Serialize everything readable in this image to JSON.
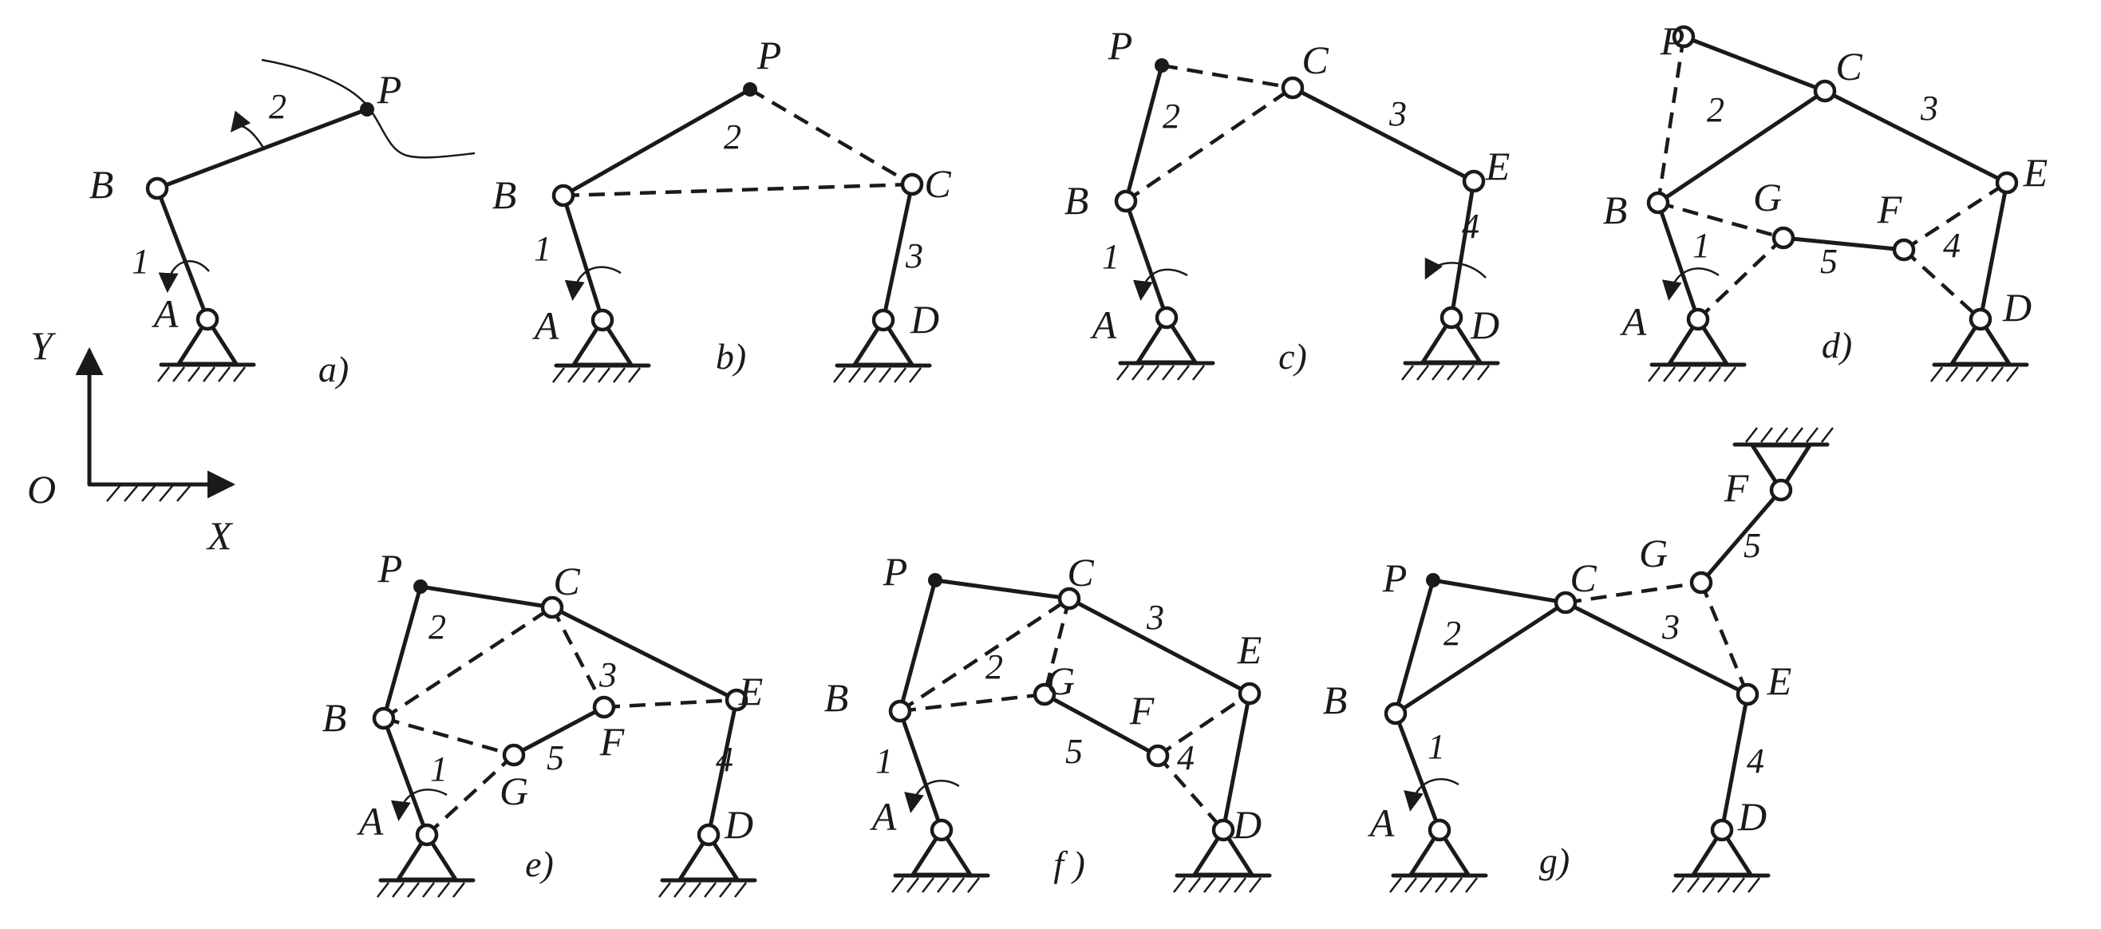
{
  "figures": [
    {
      "caption": "a)",
      "joints": [
        {
          "label": "A",
          "ground": true
        },
        {
          "label": "B"
        },
        {
          "label": "P",
          "filled": true
        }
      ],
      "link_numbers": [
        "1",
        "2"
      ]
    },
    {
      "caption": "b)",
      "joints": [
        {
          "label": "A",
          "ground": true
        },
        {
          "label": "B"
        },
        {
          "label": "C"
        },
        {
          "label": "D",
          "ground": true
        },
        {
          "label": "P",
          "filled": true
        }
      ],
      "link_numbers": [
        "1",
        "2",
        "3"
      ]
    },
    {
      "caption": "c)",
      "joints": [
        {
          "label": "A",
          "ground": true
        },
        {
          "label": "B"
        },
        {
          "label": "C"
        },
        {
          "label": "D",
          "ground": true
        },
        {
          "label": "E"
        },
        {
          "label": "P",
          "filled": true
        }
      ],
      "link_numbers": [
        "1",
        "2",
        "3",
        "4"
      ]
    },
    {
      "caption": "d)",
      "joints": [
        {
          "label": "A",
          "ground": true
        },
        {
          "label": "B"
        },
        {
          "label": "C"
        },
        {
          "label": "D",
          "ground": true
        },
        {
          "label": "E"
        },
        {
          "label": "F"
        },
        {
          "label": "G"
        },
        {
          "label": "P"
        }
      ],
      "link_numbers": [
        "1",
        "2",
        "3",
        "4",
        "5"
      ]
    },
    {
      "caption": "e)",
      "joints": [
        {
          "label": "A",
          "ground": true
        },
        {
          "label": "B"
        },
        {
          "label": "C"
        },
        {
          "label": "D",
          "ground": true
        },
        {
          "label": "E"
        },
        {
          "label": "F"
        },
        {
          "label": "G"
        },
        {
          "label": "P",
          "filled": true
        }
      ],
      "link_numbers": [
        "1",
        "2",
        "3",
        "4",
        "5"
      ]
    },
    {
      "caption": "f )",
      "joints": [
        {
          "label": "A",
          "ground": true
        },
        {
          "label": "B"
        },
        {
          "label": "C"
        },
        {
          "label": "D",
          "ground": true
        },
        {
          "label": "E"
        },
        {
          "label": "F"
        },
        {
          "label": "G"
        },
        {
          "label": "P",
          "filled": true
        }
      ],
      "link_numbers": [
        "1",
        "2",
        "3",
        "4",
        "5"
      ]
    },
    {
      "caption": "g)",
      "joints": [
        {
          "label": "A",
          "ground": true
        },
        {
          "label": "B"
        },
        {
          "label": "C"
        },
        {
          "label": "D",
          "ground": true
        },
        {
          "label": "E"
        },
        {
          "label": "F",
          "ground": true
        },
        {
          "label": "G"
        },
        {
          "label": "P",
          "filled": true
        }
      ],
      "link_numbers": [
        "1",
        "2",
        "3",
        "4",
        "5"
      ]
    }
  ],
  "axes": {
    "origin": "O",
    "x": "X",
    "y": "Y"
  }
}
